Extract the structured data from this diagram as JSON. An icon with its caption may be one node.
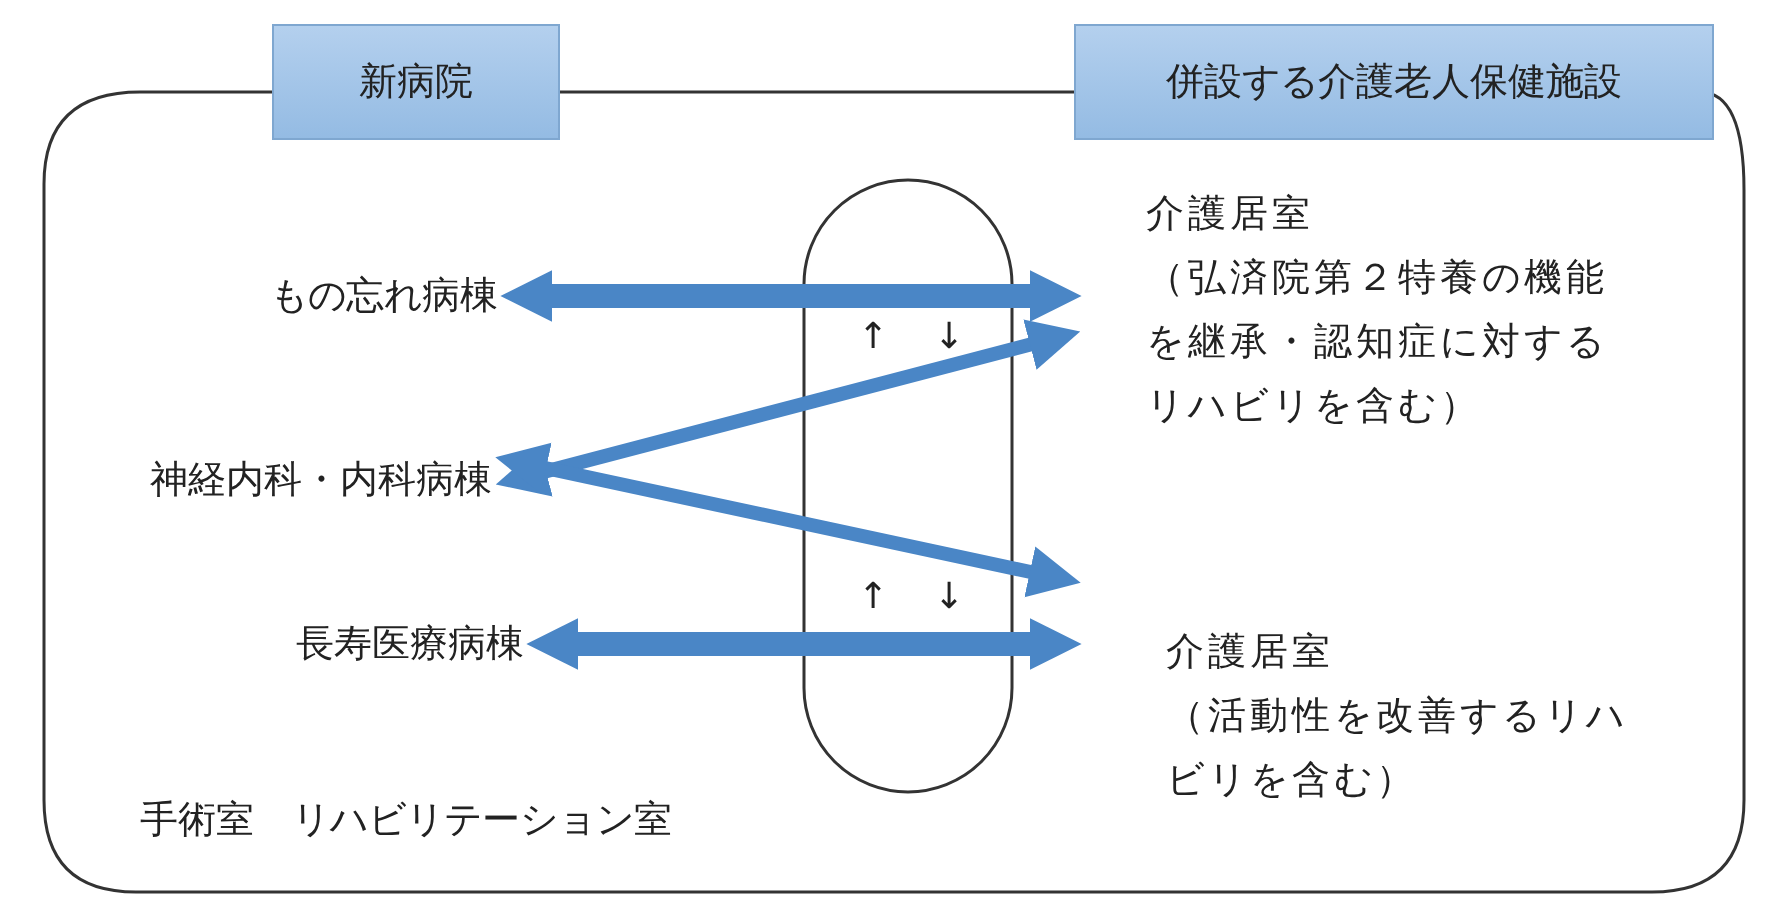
{
  "diagram": {
    "nodes": [
      {
        "text": [
          "新病院"
        ]
      },
      {
        "text": [
          "併設する介護老人保健施設"
        ]
      },
      {
        "text": [
          "もの忘れ病棟"
        ]
      },
      {
        "text": [
          "介護居室",
          "（弘済院第２特養の機能を継承・認知症に対するリハビリを含む）"
        ]
      },
      {
        "text": [
          "神経内科・内科病棟"
        ]
      },
      {
        "text": [
          "長寿医療病棟"
        ]
      },
      {
        "text": [
          "介護居室",
          "（活動性を改善するリハビリを含む）"
        ]
      }
    ],
    "edges": [
      {
        "from": 2,
        "to": 3,
        "arrow": "both"
      },
      {
        "from": 4,
        "to": 3,
        "arrow": "both"
      },
      {
        "from": 4,
        "to": 6,
        "arrow": "both"
      },
      {
        "from": 5,
        "to": 6,
        "arrow": "both"
      }
    ],
    "labels": [
      "↑",
      "↓",
      "↑",
      "↓",
      "手術室　リハビリテーション室"
    ]
  }
}
